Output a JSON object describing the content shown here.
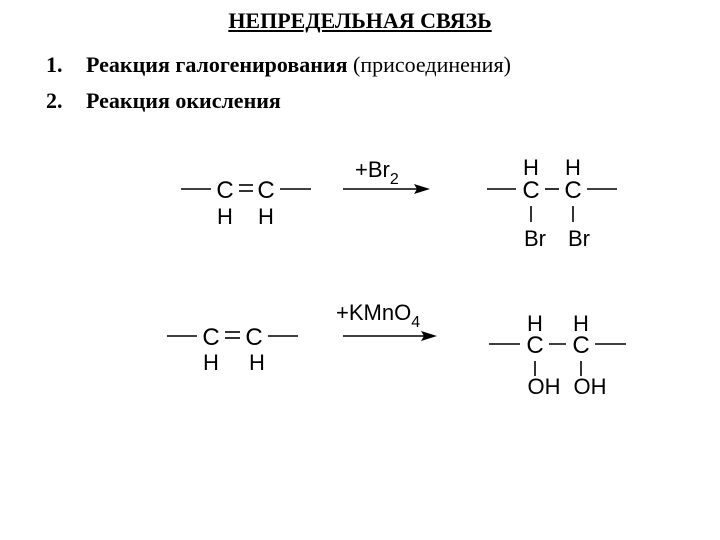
{
  "title": "НЕПРЕДЕЛЬНАЯ СВЯЗЬ",
  "items": [
    {
      "number": "1.",
      "bold": "Реакция галогенирования",
      "rest": " (присоединения)"
    },
    {
      "number": "2.",
      "bold": "Реакция окисления",
      "rest": ""
    }
  ],
  "reactions": {
    "r1": {
      "reagent_prefix": "+Br",
      "reagent_sub": "2",
      "reactant": {
        "c1": "C",
        "c2": "C",
        "h1": "H",
        "h2": "H"
      },
      "product": {
        "h_top1": "H",
        "h_top2": "H",
        "c1": "C",
        "c2": "C",
        "sub1": "Br",
        "sub2": "Br"
      }
    },
    "r2": {
      "reagent_prefix": "+KMnO",
      "reagent_sub": "4",
      "reactant": {
        "c1": "C",
        "c2": "C",
        "h1": "H",
        "h2": "H"
      },
      "product": {
        "h_top1": "H",
        "h_top2": "H",
        "c1": "C",
        "c2": "C",
        "sub1": "OH",
        "sub2": "OH"
      }
    }
  }
}
